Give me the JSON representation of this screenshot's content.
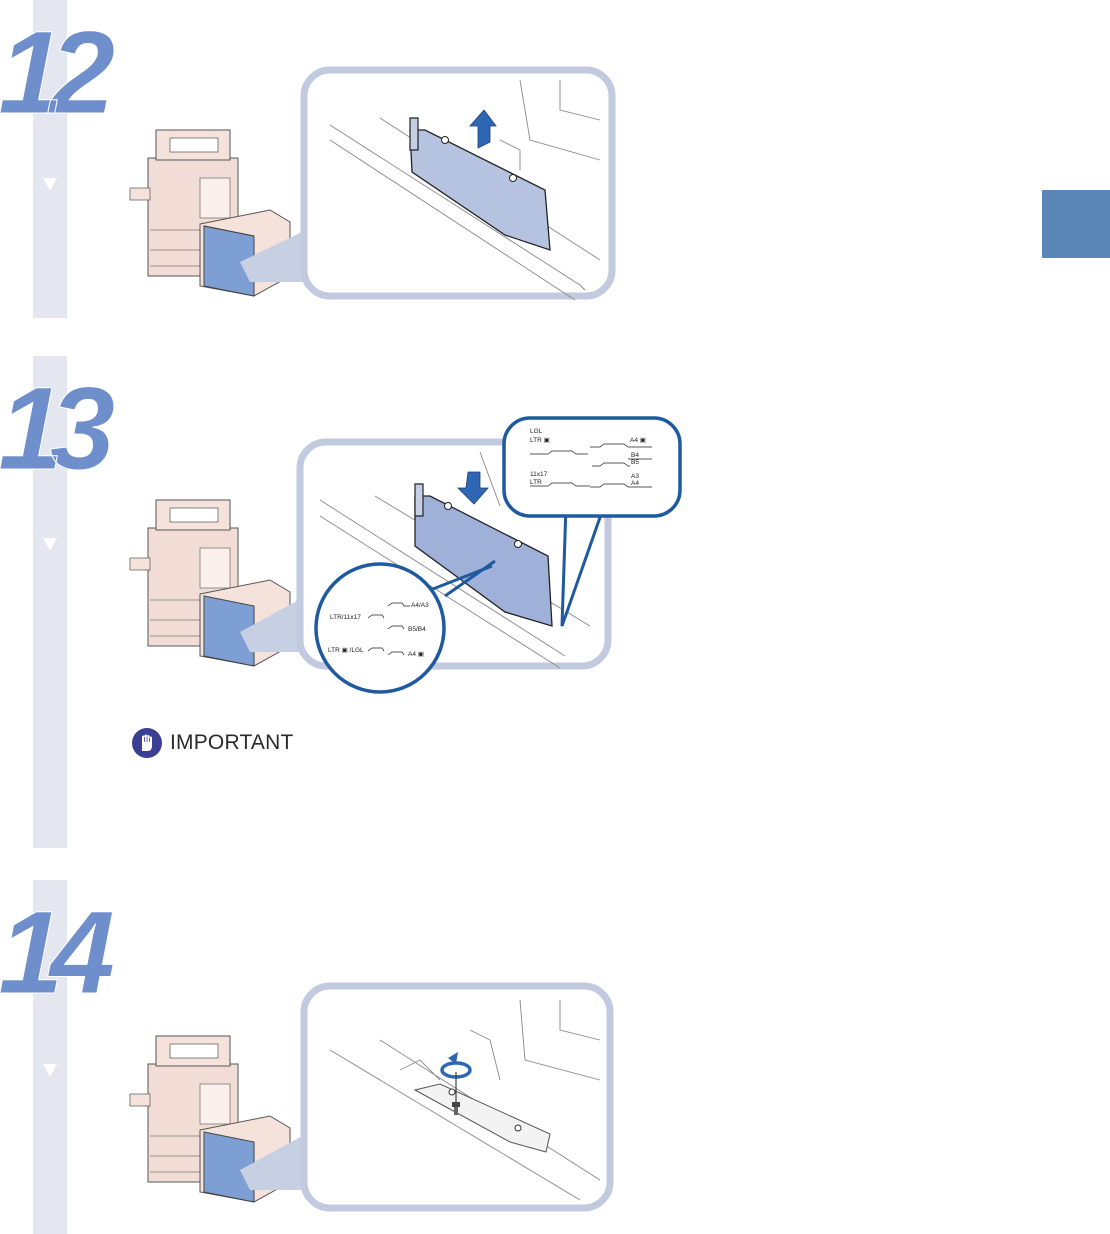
{
  "page": {
    "accent_color": "#5a86b8",
    "step_bar_color": "#e4e6f0",
    "step_number_color": "#6f8fcc"
  },
  "steps": [
    {
      "number": "12",
      "arrow_icon": "down-triangle-icon"
    },
    {
      "number": "13",
      "arrow_icon": "down-triangle-icon"
    },
    {
      "number": "14",
      "arrow_icon": "down-triangle-icon"
    }
  ],
  "step13": {
    "bubble_labels": {
      "lgl": "LGL",
      "ltr_r": "LTR ▣",
      "a4_r": "A4 ▣",
      "b4": "B4",
      "b5": "B5",
      "11x17": "11x17",
      "ltr": "LTR",
      "a3": "A3",
      "a4": "A4"
    },
    "circle_labels": {
      "a4_a3": "A4/A3",
      "ltr_11x17": "LTR/11x17",
      "b5_b4": "B5/B4",
      "ltr_lgl": "LTR ▣ /LGL",
      "a4_r": "A4 ▣"
    },
    "important": {
      "label": "IMPORTANT",
      "icon": "hand-stop-icon"
    }
  }
}
